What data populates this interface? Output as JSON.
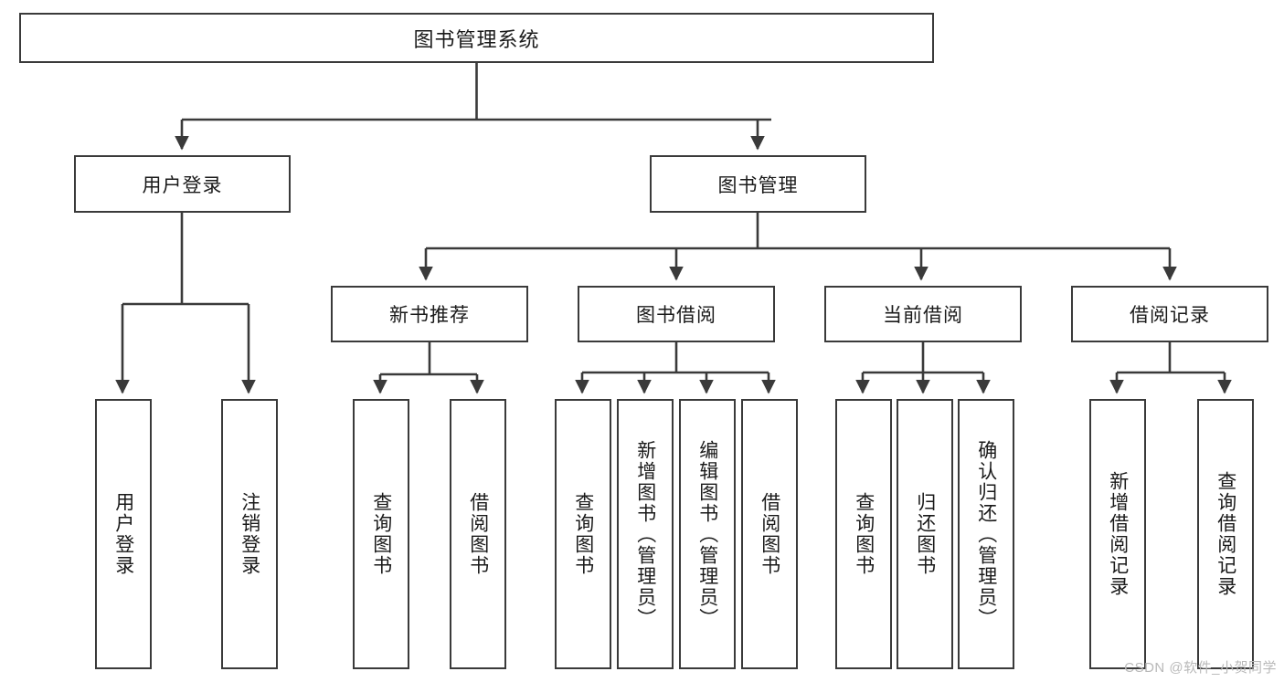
{
  "diagram": {
    "title": "图书管理系统",
    "type": "tree",
    "stroke_color": "#3a3a3a",
    "fill_color": "#ffffff",
    "text_color": "#1a1a1a",
    "nodes": {
      "root": {
        "label": "图书管理系统"
      },
      "level1": [
        {
          "id": "user-login",
          "label": "用户登录"
        },
        {
          "id": "book-manage",
          "label": "图书管理"
        }
      ],
      "level2": [
        {
          "id": "new-book-rec",
          "label": "新书推荐"
        },
        {
          "id": "book-borrow",
          "label": "图书借阅"
        },
        {
          "id": "current-borrow",
          "label": "当前借阅"
        },
        {
          "id": "borrow-record",
          "label": "借阅记录"
        }
      ],
      "leaves": {
        "user-login": [
          {
            "id": "leaf-user-login",
            "label": "用户登录"
          },
          {
            "id": "leaf-logout",
            "label": "注销登录"
          }
        ],
        "new-book-rec": [
          {
            "id": "leaf-query-book-1",
            "label": "查询图书"
          },
          {
            "id": "leaf-borrow-book-1",
            "label": "借阅图书"
          }
        ],
        "book-borrow": [
          {
            "id": "leaf-query-book-2",
            "label": "查询图书"
          },
          {
            "id": "leaf-add-book",
            "label": "新增图书（管理员）"
          },
          {
            "id": "leaf-edit-book",
            "label": "编辑图书（管理员）"
          },
          {
            "id": "leaf-borrow-book-2",
            "label": "借阅图书"
          }
        ],
        "current-borrow": [
          {
            "id": "leaf-query-book-3",
            "label": "查询图书"
          },
          {
            "id": "leaf-return-book",
            "label": "归还图书"
          },
          {
            "id": "leaf-confirm-return",
            "label": "确认归还（管理员）"
          }
        ],
        "borrow-record": [
          {
            "id": "leaf-add-record",
            "label": "新增借阅记录"
          },
          {
            "id": "leaf-query-record",
            "label": "查询借阅记录"
          }
        ]
      }
    }
  },
  "watermark": {
    "text": "CSDN @软件_小贺同学"
  }
}
